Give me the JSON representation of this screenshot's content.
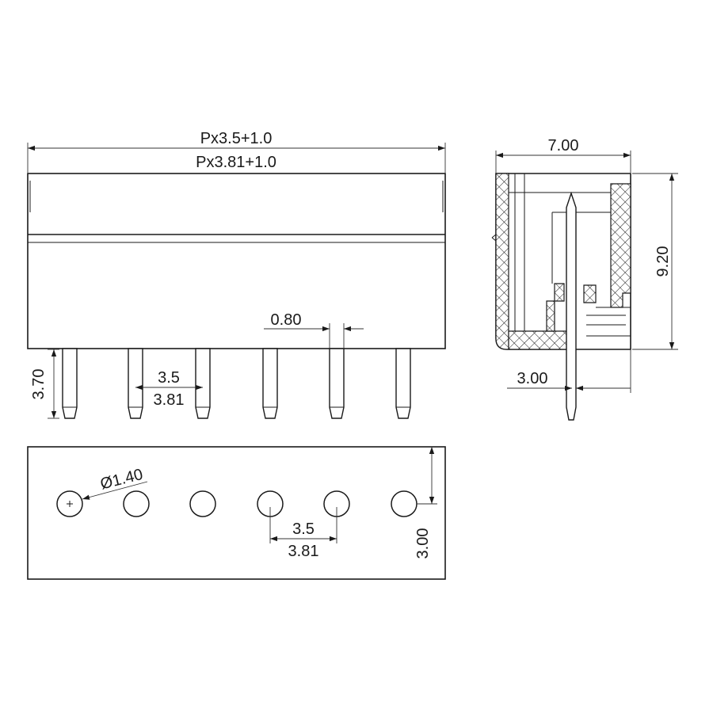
{
  "dimensions": {
    "overall_length_3_5": "Px3.5+1.0",
    "overall_length_3_81": "Px3.81+1.0",
    "pin_width": "0.80",
    "pin_length": "3.70",
    "pin_pitch_3_5": "3.5",
    "pin_pitch_3_81": "3.81",
    "side_width": "7.00",
    "side_height": "9.20",
    "side_pin_offset": "3.00",
    "hole_diameter": "Ø1.40",
    "hole_pitch_3_5": "3.5",
    "hole_pitch_3_81": "3.81",
    "hole_edge_offset": "3.00"
  },
  "colors": {
    "line": "#1a1a1a",
    "background": "#ffffff"
  }
}
